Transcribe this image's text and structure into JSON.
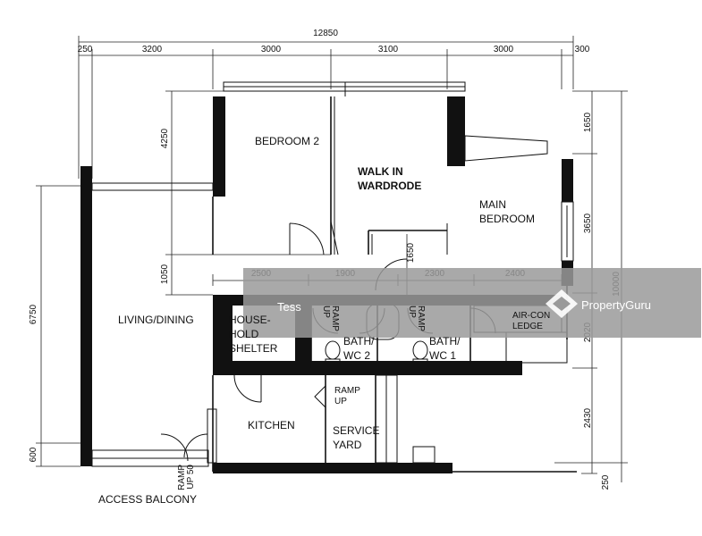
{
  "dimensions": {
    "overall_top": "12850",
    "top_segments": [
      "250",
      "3200",
      "3000",
      "3100",
      "3000",
      "300"
    ],
    "mid_segments": [
      "2500",
      "1900",
      "2300",
      "2400"
    ],
    "left": {
      "d4250": "4250",
      "d1050": "1050",
      "d6750": "6750",
      "d600": "600"
    },
    "right": {
      "d1650": "1650",
      "d3650": "3650",
      "d10000": "10000",
      "d2020": "2020",
      "d2430": "2430",
      "d250": "250"
    },
    "inner_1650": "1650"
  },
  "rooms": {
    "bedroom2": "BEDROOM 2",
    "walkin_line1": "WALK IN",
    "walkin_line2": "WARDRODE",
    "main_line1": "MAIN",
    "main_line2": "BEDROOM",
    "living": "LIVING/DINING",
    "shelter_line1": "HOUSE-",
    "shelter_line2": "HOLD",
    "shelter_line3": "SHELTER",
    "bath2_line1": "BATH/",
    "bath2_line2": "WC 2",
    "bath1_line1": "BATH/",
    "bath1_line2": "WC 1",
    "aircon_line1": "AIR-CON",
    "aircon_line2": "LEDGE",
    "kitchen": "KITCHEN",
    "service_line1": "SERVICE",
    "service_line2": "YARD",
    "access_balcony": "ACCESS BALCONY"
  },
  "ramps": {
    "ramp": "RAMP",
    "up": "UP",
    "up50": "UP 50"
  },
  "watermark": {
    "brand": "PropertyGuru",
    "left_text": "Tess"
  },
  "colors": {
    "wall": "#111111",
    "watermark_band": "#9a9a9a"
  }
}
